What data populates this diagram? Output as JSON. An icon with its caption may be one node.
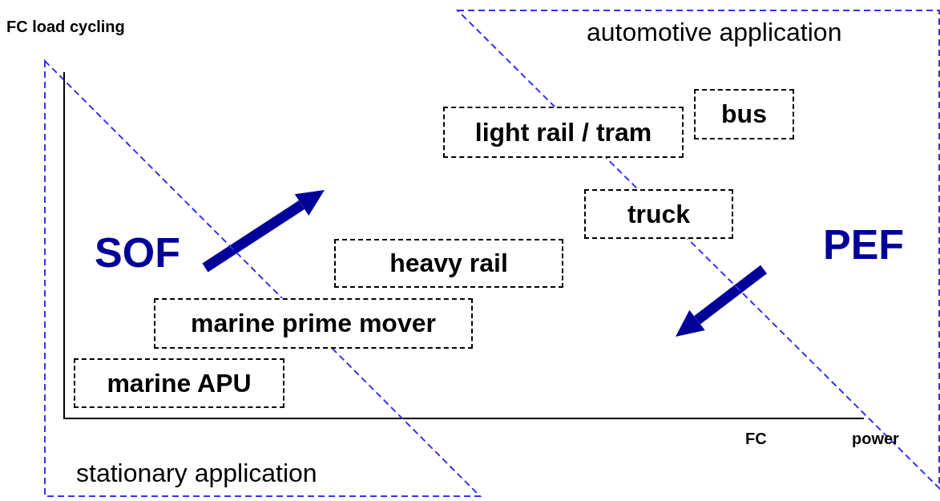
{
  "diagram": {
    "nodes": [
      {
        "text": [
          "stationary application"
        ]
      },
      {
        "text": [
          "automotive application"
        ]
      },
      {
        "text": [
          "light rail / tram"
        ]
      },
      {
        "text": [
          "bus"
        ],
        "in": 1
      },
      {
        "text": [
          "truck"
        ]
      },
      {
        "text": [
          "heavy rail"
        ]
      },
      {
        "text": [
          "marine prime mover"
        ]
      },
      {
        "text": [
          "marine APU"
        ],
        "in": 0
      }
    ],
    "edges": [],
    "labels": [
      "FC load cycling",
      "SOF",
      "PEF",
      "FC",
      "power"
    ]
  }
}
